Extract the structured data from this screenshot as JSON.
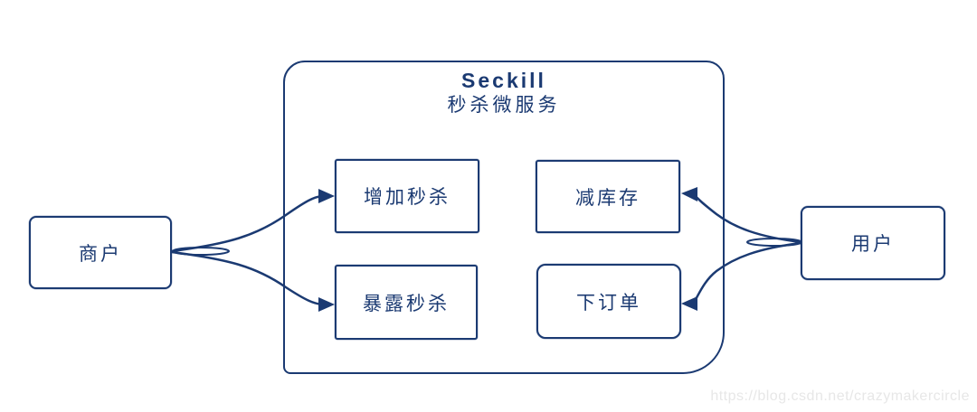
{
  "diagram": {
    "container": {
      "title_en": "Seckill",
      "title_zh": "秒杀微服务"
    },
    "nodes": {
      "merchant": {
        "label": "商户"
      },
      "user": {
        "label": "用户"
      },
      "add_seckill": {
        "label": "增加秒杀"
      },
      "reduce_stock": {
        "label": "减库存"
      },
      "expose_seckill": {
        "label": "暴露秒杀"
      },
      "place_order": {
        "label": "下订单"
      }
    },
    "edges": [
      {
        "from": "商户",
        "to": "增加秒杀"
      },
      {
        "from": "商户",
        "to": "暴露秒杀"
      },
      {
        "from": "用户",
        "to": "减库存"
      },
      {
        "from": "用户",
        "to": "下订单"
      }
    ],
    "colors": {
      "ink": "#1b3a72",
      "background": "#ffffff",
      "watermark": "#e7e7e7"
    }
  },
  "watermark": {
    "text": "https://blog.csdn.net/crazymakercircle"
  }
}
